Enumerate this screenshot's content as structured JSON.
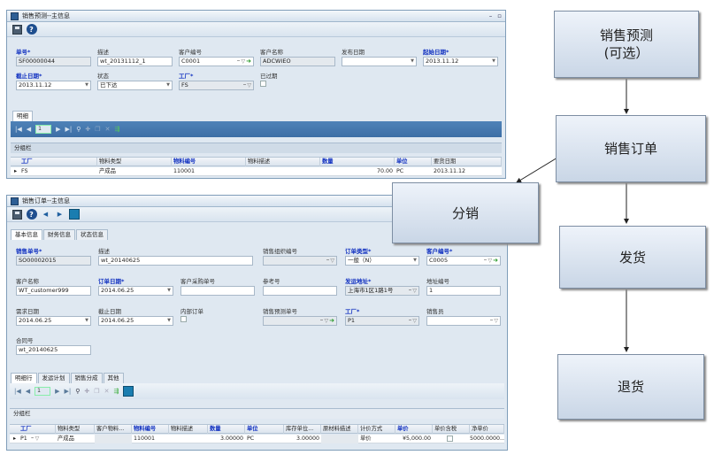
{
  "forecast_window": {
    "title": "销售预测--主信息",
    "window_controls": [
      "–",
      "▫"
    ],
    "fields": [
      {
        "label": "单号",
        "value": "SF00000044",
        "required": true
      },
      {
        "label": "描述",
        "value": "wt_20131112_1",
        "required": false
      },
      {
        "label": "客户编号",
        "value": "C0001",
        "required": false
      },
      {
        "label": "客户名称",
        "value": "ADCWIEO",
        "required": false
      },
      {
        "label": "发布日期",
        "value": "",
        "required": false
      },
      {
        "label": "起始日期",
        "value": "2013.11.12",
        "required": true
      },
      {
        "label": "截止日期",
        "value": "2013.11.12",
        "required": true
      },
      {
        "label": "状态",
        "value": "已下达",
        "required": false
      },
      {
        "label": "工厂",
        "value": "FS",
        "required": true
      },
      {
        "label": "已过期",
        "value": "",
        "required": false
      }
    ],
    "tabs": [
      "明细"
    ],
    "page_number": "1",
    "subgrid_label": "分组栏",
    "columns": [
      {
        "label": "工厂",
        "required": true
      },
      {
        "label": "物料类型",
        "required": false
      },
      {
        "label": "物料编号",
        "required": true
      },
      {
        "label": "物料描述",
        "required": false
      },
      {
        "label": "数量",
        "required": true
      },
      {
        "label": "单位",
        "required": true
      },
      {
        "label": "要货日期",
        "required": false
      }
    ],
    "rows": [
      {
        "plant": "FS",
        "material_type": "产成品",
        "material_no": "110001",
        "description": "",
        "qty": "70.00",
        "unit": "PC",
        "date": "2013.11.12"
      }
    ]
  },
  "order_window": {
    "title": "销售订单--主信息",
    "header_tabs": [
      "基本信息",
      "财务信息",
      "状态信息"
    ],
    "fields": [
      {
        "label": "销售单号",
        "value": "SO00002015",
        "required": true
      },
      {
        "label": "描述",
        "value": "wt_20140625",
        "required": false
      },
      {
        "label": "销售组织编号",
        "value": "",
        "required": false
      },
      {
        "label": "订单类型",
        "value": "一般（N）",
        "required": true
      },
      {
        "label": "客户编号",
        "value": "C0005",
        "required": true
      },
      {
        "label": "客户名称",
        "value": "WT_customer999",
        "required": false
      },
      {
        "label": "订单日期",
        "value": "2014.06.25",
        "required": true
      },
      {
        "label": "客户采购单号",
        "value": "",
        "required": false
      },
      {
        "label": "参考号",
        "value": "",
        "required": false
      },
      {
        "label": "发运地址",
        "value": "上海市1区1路1号",
        "required": true
      },
      {
        "label": "地址编号",
        "value": "1",
        "required": false
      },
      {
        "label": "需求日期",
        "value": "2014.06.25",
        "required": false
      },
      {
        "label": "截止日期",
        "value": "2014.06.25",
        "required": false
      },
      {
        "label": "内部订单",
        "value": "",
        "required": false
      },
      {
        "label": "销售预测单号",
        "value": "",
        "required": false
      },
      {
        "label": "工厂",
        "value": "P1",
        "required": true
      },
      {
        "label": "销售员",
        "value": "",
        "required": false
      },
      {
        "label": "合同号",
        "value": "wt_20140625",
        "required": false
      }
    ],
    "detail_tabs": [
      "明细行",
      "发运计划",
      "销售分成",
      "其他"
    ],
    "page_number": "1",
    "subgrid_label": "分组栏",
    "columns": [
      {
        "label": "工厂",
        "required": true
      },
      {
        "label": "物料类型",
        "required": false
      },
      {
        "label": "客户物料...",
        "required": false
      },
      {
        "label": "物料编号",
        "required": true
      },
      {
        "label": "物料描述",
        "required": false
      },
      {
        "label": "数量",
        "required": true
      },
      {
        "label": "单位",
        "required": true
      },
      {
        "label": "库存单位...",
        "required": false
      },
      {
        "label": "原材料描述",
        "required": false
      },
      {
        "label": "计价方式",
        "required": false
      },
      {
        "label": "单价",
        "required": true
      },
      {
        "label": "单价含税",
        "required": false
      },
      {
        "label": "净单价",
        "required": false
      }
    ],
    "rows": [
      {
        "plant": "P1",
        "material_type": "产成品",
        "cust_material": "",
        "material_no": "110001",
        "description": "",
        "qty": "3.00000",
        "unit": "PC",
        "stock_unit_qty": "3.00000",
        "raw_desc": "",
        "pricing": "单价",
        "price": "¥5,000.00",
        "tax_incl": "",
        "net_price": "5000.0000..."
      }
    ]
  },
  "flow": {
    "steps": [
      "销售预测\n(可选）",
      "销售订单",
      "发货",
      "退货"
    ],
    "side_box": "分销"
  }
}
